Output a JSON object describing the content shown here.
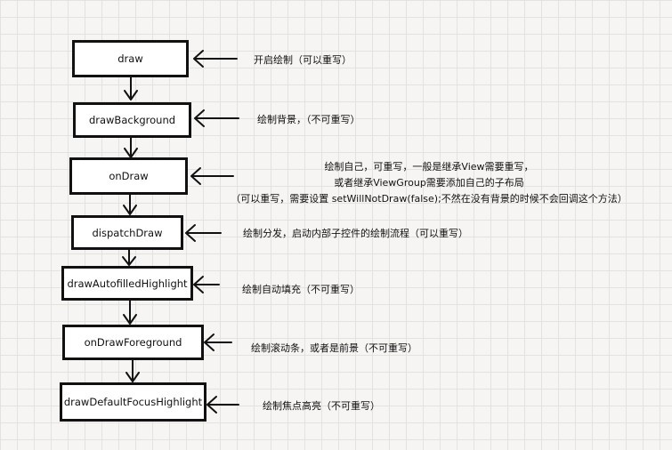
{
  "steps": [
    {
      "name": "draw",
      "note": "开启绘制（可以重写）"
    },
    {
      "name": "drawBackground",
      "note": "绘制背景，（不可重写）"
    },
    {
      "name": "onDraw",
      "note_lines": [
        "绘制自己，可重写，一般是继承View需要重写，",
        "或者继承ViewGroup需要添加自己的子布局",
        "（可以重写，需要设置 setWillNotDraw(false);不然在没有背景的时候不会回调这个方法）"
      ]
    },
    {
      "name": "dispatchDraw",
      "note": "绘制分发，启动内部子控件的绘制流程（可以重写）"
    },
    {
      "name": "drawAutofilledHighlight",
      "note": "绘制自动填充（不可重写）"
    },
    {
      "name": "onDrawForeground",
      "note": "绘制滚动条，或者是前景（不可重写）"
    },
    {
      "name": "drawDefaultFocusHighlight",
      "note": "绘制焦点高亮（不可重写）"
    }
  ]
}
